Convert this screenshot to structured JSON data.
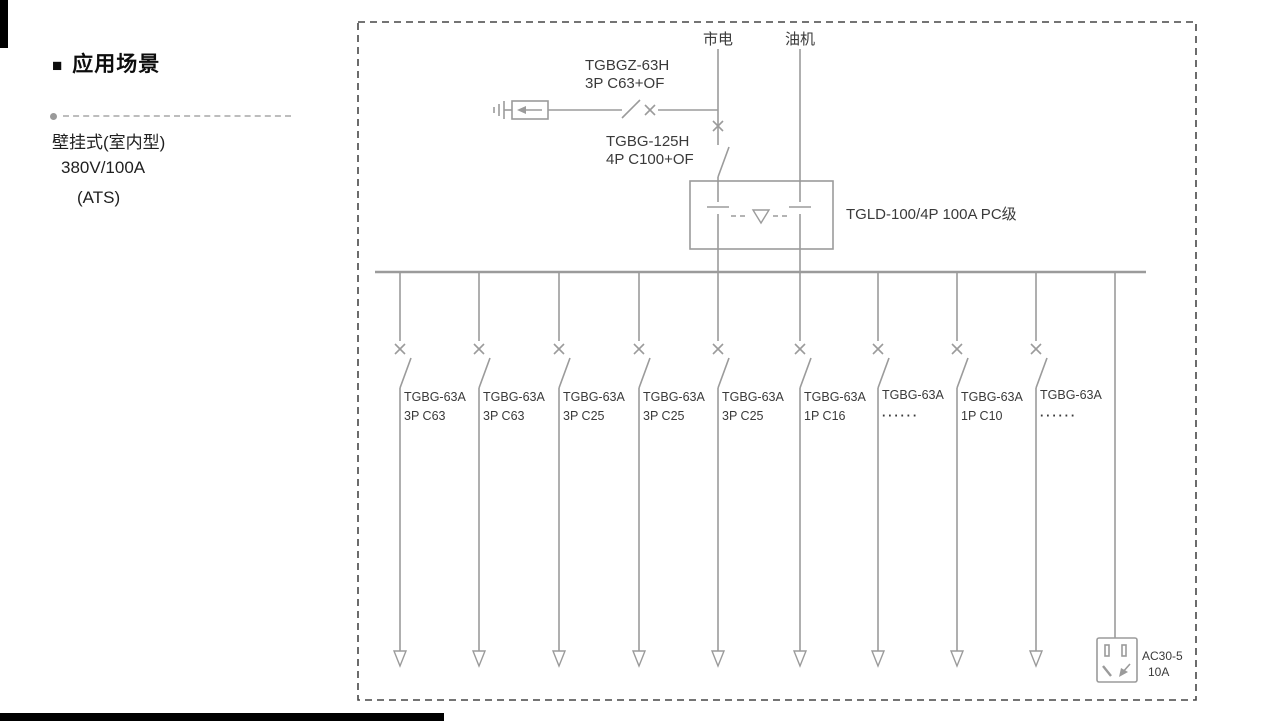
{
  "left_panel": {
    "title_bullet": "■",
    "title": "应用场景",
    "lines": [
      "壁挂式(室内型)",
      "380V/100A",
      "(ATS)"
    ]
  },
  "diagram": {
    "sources": [
      {
        "label": "市电"
      },
      {
        "label": "油机"
      }
    ],
    "spd_breaker": {
      "line1": "TGBGZ-63H",
      "line2": "3P C63+OF"
    },
    "main_breaker": {
      "line1": "TGBG-125H",
      "line2": "4P C100+OF"
    },
    "ats": {
      "label": "TGLD-100/4P 100A PC级"
    },
    "feeders": [
      {
        "line1": "TGBG-63A",
        "line2": "3P C63"
      },
      {
        "line1": "TGBG-63A",
        "line2": "3P C63"
      },
      {
        "line1": "TGBG-63A",
        "line2": "3P C25"
      },
      {
        "line1": "TGBG-63A",
        "line2": "3P C25"
      },
      {
        "line1": "TGBG-63A",
        "line2": "3P C25"
      },
      {
        "line1": "TGBG-63A",
        "line2": "1P C16"
      },
      {
        "line1": "TGBG-63A",
        "line2": "······"
      },
      {
        "line1": "TGBG-63A",
        "line2": "1P C10"
      },
      {
        "line1": "TGBG-63A",
        "line2": "······"
      }
    ],
    "socket": {
      "line1": "AC30-5",
      "line2": "10A"
    }
  },
  "colors": {
    "circuit_line": "#9b9b9b",
    "diagram_text": "#3a3a3a",
    "frame": "#474747",
    "accent_black": "#000000"
  }
}
